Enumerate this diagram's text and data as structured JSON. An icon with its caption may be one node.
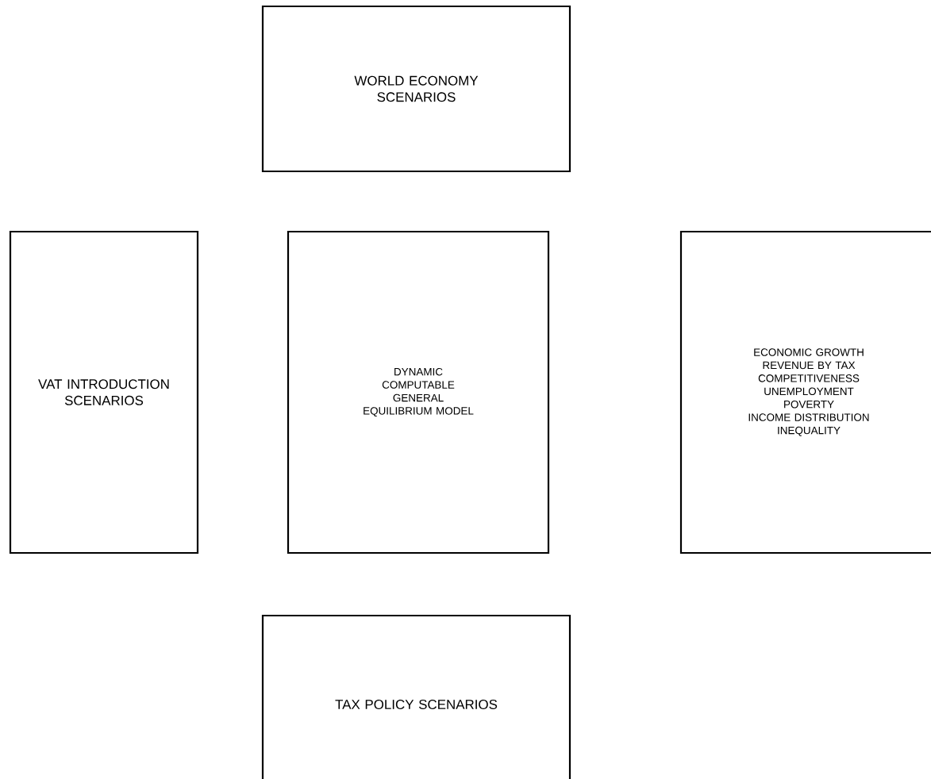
{
  "diagram": {
    "nodes": [
      {
        "text": [
          "WORLD ECONOMY SCENARIOS"
        ]
      },
      {
        "text": [
          "VAT INTRODUCTION SCENARIOS"
        ]
      },
      {
        "text": [
          "DYNAMIC COMPUTABLE GENERAL EQUILIBRIUM MODEL"
        ]
      },
      {
        "text": [
          "ECONOMIC GROWTH",
          "REVENUE BY TAX",
          "COMPETITIVENESS",
          "UNEMPLOYMENT",
          "POVERTY",
          "INCOME DISTRIBUTION",
          "INEQUALITY"
        ]
      },
      {
        "text": [
          "TAX POLICY SCENARIOS"
        ]
      }
    ]
  }
}
